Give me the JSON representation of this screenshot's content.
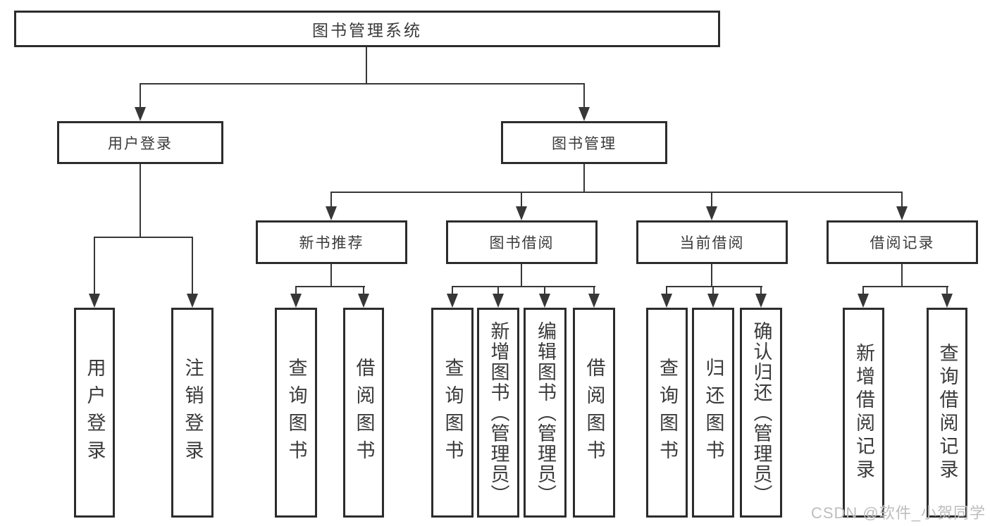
{
  "colors": {
    "line": "#373737",
    "border": "#2c2c2c",
    "box_bg": "#ffffff",
    "text": "#3a3a3a",
    "watermark": "#bdbdbd",
    "page_bg": "#ffffff"
  },
  "diagram": {
    "type": "hierarchy-tree",
    "root": {
      "label": "图书管理系统"
    },
    "level2": [
      {
        "label": "用户登录",
        "parent": "图书管理系统"
      },
      {
        "label": "图书管理",
        "parent": "图书管理系统"
      }
    ],
    "level3": [
      {
        "label": "新书推荐",
        "parent": "图书管理"
      },
      {
        "label": "图书借阅",
        "parent": "图书管理"
      },
      {
        "label": "当前借阅",
        "parent": "图书管理"
      },
      {
        "label": "借阅记录",
        "parent": "图书管理"
      }
    ],
    "leaves": [
      {
        "label": "用户登录",
        "parent": "用户登录"
      },
      {
        "label": "注销登录",
        "parent": "用户登录"
      },
      {
        "label": "查询图书",
        "parent": "新书推荐"
      },
      {
        "label": "借阅图书",
        "parent": "新书推荐"
      },
      {
        "label": "查询图书",
        "parent": "图书借阅"
      },
      {
        "label": "新增图书（管理员）",
        "parent": "图书借阅"
      },
      {
        "label": "编辑图书（管理员）",
        "parent": "图书借阅"
      },
      {
        "label": "借阅图书",
        "parent": "图书借阅"
      },
      {
        "label": "查询图书",
        "parent": "当前借阅"
      },
      {
        "label": "归还图书",
        "parent": "当前借阅"
      },
      {
        "label": "确认归还（管理员）",
        "parent": "当前借阅"
      },
      {
        "label": "新增借阅记录",
        "parent": "借阅记录"
      },
      {
        "label": "查询借阅记录",
        "parent": "借阅记录"
      }
    ]
  },
  "watermark": {
    "text": "CSDN @软件_小贺同学"
  }
}
